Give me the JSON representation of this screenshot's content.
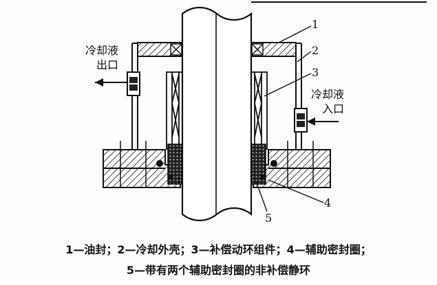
{
  "labels": {
    "outlet_l1": "冷却液",
    "outlet_l2": "出口",
    "inlet_l1": "冷却液",
    "inlet_l2": "入口"
  },
  "callouts": [
    "1",
    "2",
    "3",
    "4",
    "5"
  ],
  "caption": {
    "line1": "1—油封；2—冷却外壳；3—补偿动环组件；4—辅助密封圈；",
    "line2": "5—带有两个辅助密封圈的非补偿静环"
  }
}
